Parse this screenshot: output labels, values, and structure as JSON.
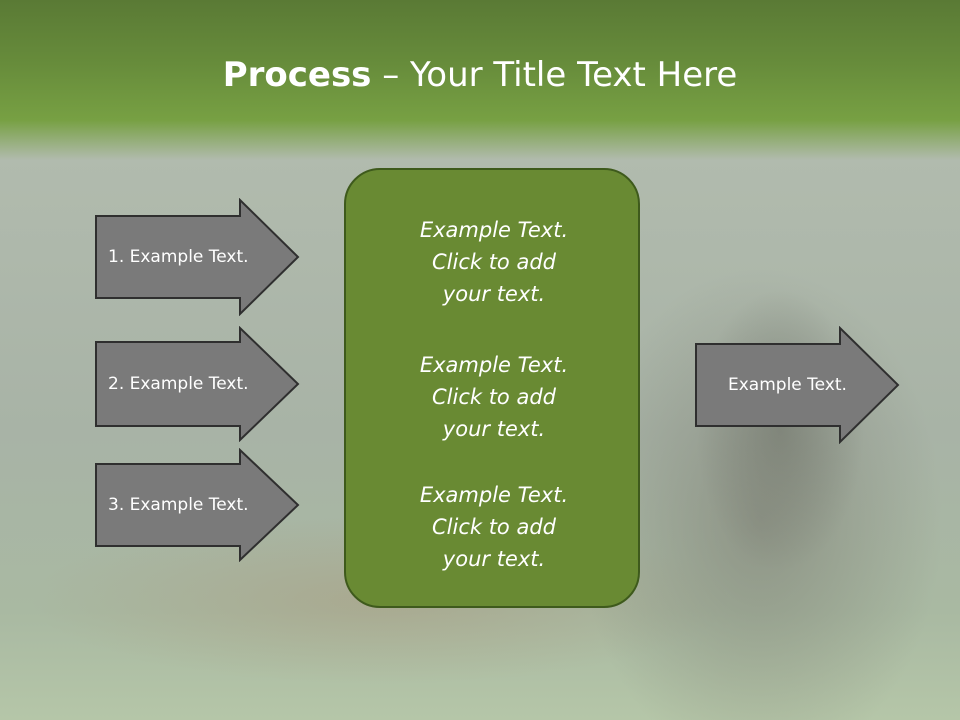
{
  "slide": {
    "title_bold": "Process",
    "title_rest": " – Your Title Text Here"
  },
  "left_arrows": [
    {
      "label": "1. Example Text."
    },
    {
      "label": "2. Example Text."
    },
    {
      "label": "3. Example Text."
    }
  ],
  "center_blocks": [
    {
      "line1": "Example Text.",
      "line2": "Click  to add",
      "line3": "your text."
    },
    {
      "line1": "Example Text.",
      "line2": "Click  to add",
      "line3": "your text."
    },
    {
      "line1": "Example Text.",
      "line2": "Click  to add",
      "line3": "your text."
    }
  ],
  "right_arrow": {
    "label": "Example Text."
  },
  "colors": {
    "header_green": "#678c3b",
    "box_green": "#698a33",
    "arrow_gray": "#7a7a7a"
  }
}
